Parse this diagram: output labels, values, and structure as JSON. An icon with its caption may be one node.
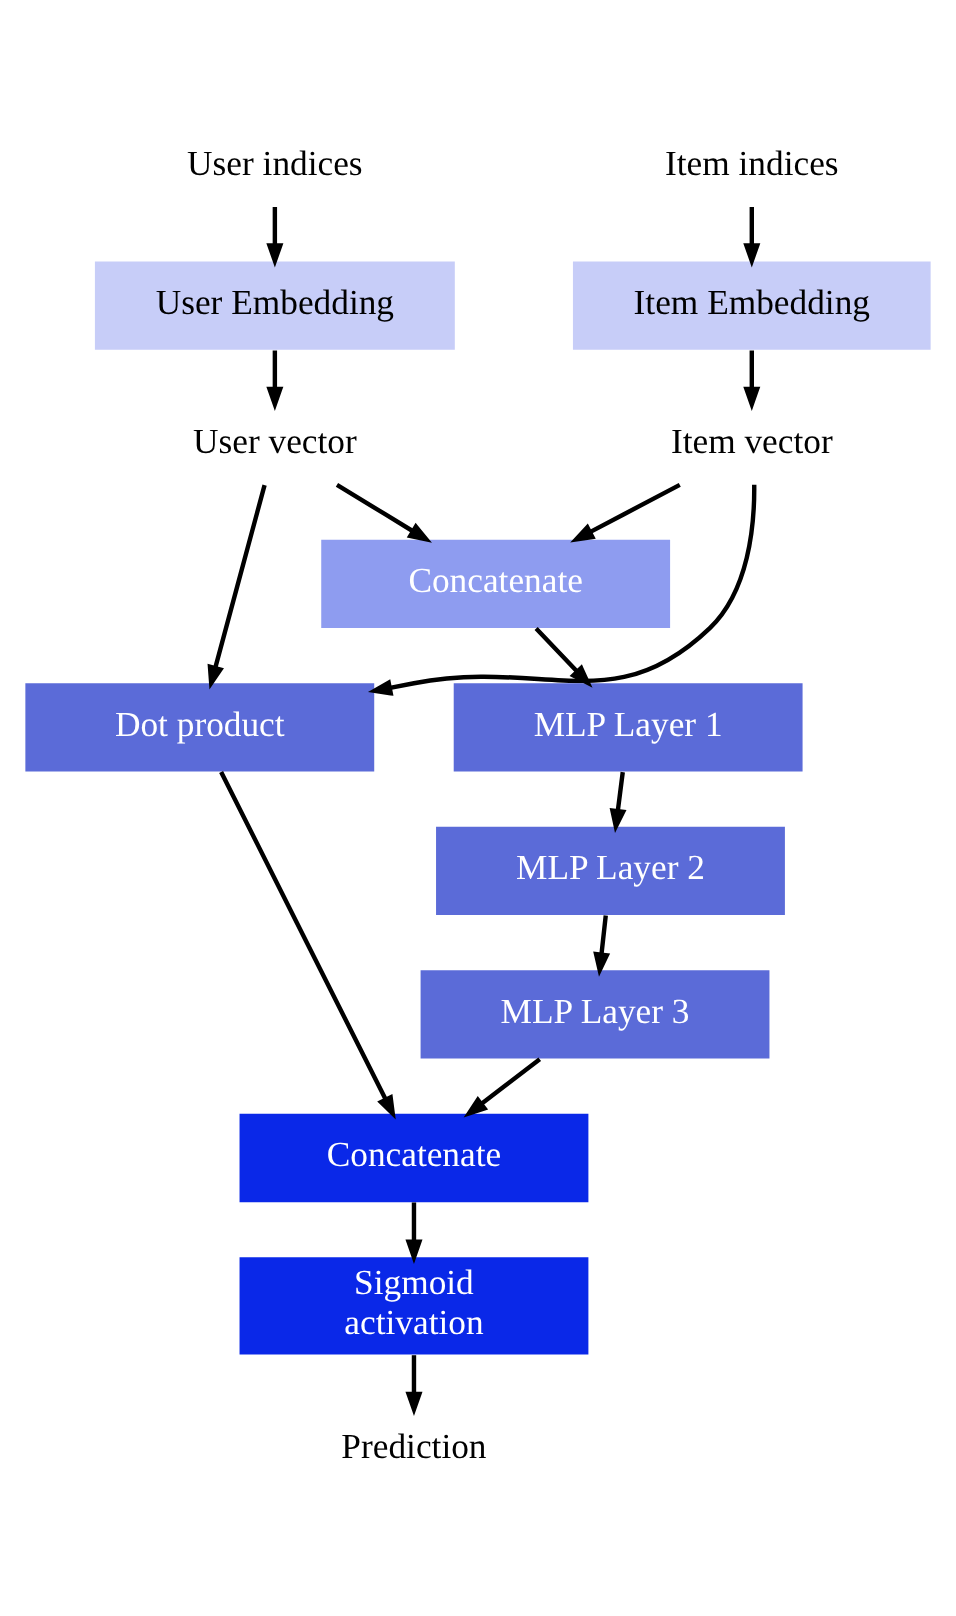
{
  "diagram": {
    "nodes": [
      {
        "text": [
          "User indices"
        ]
      },
      {
        "text": [
          "Item indices"
        ]
      },
      {
        "text": [
          "User Embedding"
        ]
      },
      {
        "text": [
          "Item Embedding"
        ]
      },
      {
        "text": [
          "User vector"
        ]
      },
      {
        "text": [
          "Item vector"
        ]
      },
      {
        "text": [
          "Concatenate"
        ]
      },
      {
        "text": [
          "Dot product"
        ]
      },
      {
        "text": [
          "MLP Layer 1"
        ]
      },
      {
        "text": [
          "MLP Layer 2"
        ]
      },
      {
        "text": [
          "MLP Layer 3"
        ]
      },
      {
        "text": [
          "Concatenate"
        ]
      },
      {
        "text": [
          "Sigmoid activation"
        ]
      },
      {
        "text": [
          "Prediction"
        ]
      }
    ],
    "edges": [
      {
        "from": 0,
        "to": 2,
        "arrow": "to"
      },
      {
        "from": 1,
        "to": 3,
        "arrow": "to"
      },
      {
        "from": 2,
        "to": 4,
        "arrow": "to"
      },
      {
        "from": 3,
        "to": 5,
        "arrow": "to"
      },
      {
        "from": 4,
        "to": 6,
        "arrow": "to"
      },
      {
        "from": 4,
        "to": 7,
        "arrow": "to"
      },
      {
        "from": 5,
        "to": 6,
        "arrow": "to"
      },
      {
        "from": 5,
        "to": 7,
        "arrow": "to"
      },
      {
        "from": 6,
        "to": 8,
        "arrow": "to"
      },
      {
        "from": 8,
        "to": 9,
        "arrow": "to"
      },
      {
        "from": 9,
        "to": 10,
        "arrow": "to"
      },
      {
        "from": 7,
        "to": 11,
        "arrow": "to"
      },
      {
        "from": 10,
        "to": 11,
        "arrow": "to"
      },
      {
        "from": 11,
        "to": 12,
        "arrow": "to"
      },
      {
        "from": 12,
        "to": 13,
        "arrow": "to"
      }
    ]
  }
}
